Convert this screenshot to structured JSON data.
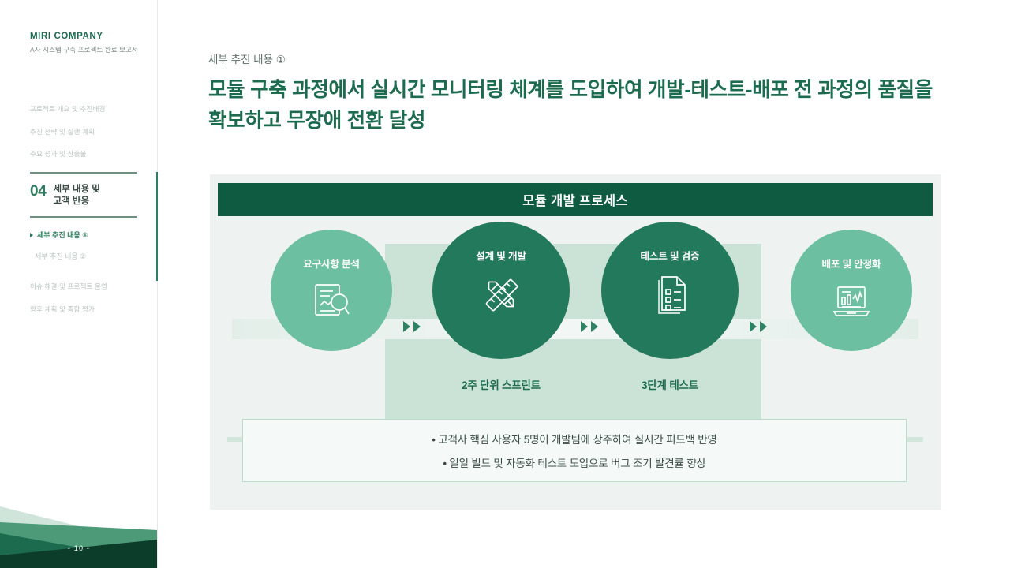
{
  "sidebar": {
    "brand_name": "MIRI COMPANY",
    "brand_sub": "A사 시스템 구축 프로젝트 완료 보고서",
    "nav_top": [
      {
        "label": "프로젝트 개요 및 추진배경"
      },
      {
        "label": "추진 전략 및 실행 계획"
      },
      {
        "label": "주요 성과 및 산출물"
      }
    ],
    "section": {
      "number": "04",
      "title_line1": "세부 내용 및",
      "title_line2": "고객 반응"
    },
    "sub_items": [
      {
        "label": "세부 추진 내용 ①",
        "active": true
      },
      {
        "label": "세부 추진 내용 ②",
        "active": false
      }
    ],
    "nav_bottom": [
      {
        "label": "이슈 해결 및 프로젝트 운영"
      },
      {
        "label": "향후 계획 및 종합 평가"
      }
    ],
    "page_number": "- 10 -"
  },
  "main": {
    "eyebrow": "세부 추진 내용 ①",
    "headline": "모듈 구축 과정에서 실시간 모니터링 체계를 도입하여 개발-테스트-배포 전 과정의 품질을 확보하고 무장애 전환 달성"
  },
  "diagram": {
    "header": "모듈 개발 프로세스",
    "steps": [
      {
        "label": "요구사항 분석",
        "icon": "document-search-icon",
        "tone": "light"
      },
      {
        "label": "설계 및 개발",
        "icon": "ruler-pencil-icon",
        "tone": "dark",
        "sub_label": "2주 단위 스프린트"
      },
      {
        "label": "테스트 및 검증",
        "icon": "checklist-document-icon",
        "tone": "dark",
        "sub_label": "3단계 테스트"
      },
      {
        "label": "배포 및 안정화",
        "icon": "laptop-dashboard-icon",
        "tone": "light"
      }
    ],
    "notes": [
      "• 고객사 핵심 사용자 5명이 개발팀에 상주하여 실시간 피드백 반영",
      "• 일일 빌드 및 자동화 테스트 도입으로 버그 조기 발견률 향상"
    ]
  },
  "colors": {
    "brand_dark": "#0f5b41",
    "brand_green": "#1d6b4f",
    "circle_light": "#6cbfa0",
    "circle_dark": "#23795b",
    "card_bg": "#eef3f1",
    "panel_highlight": "#cbe3d6",
    "note_border": "#b9ddcb",
    "muted_text": "#b9c4bf"
  }
}
